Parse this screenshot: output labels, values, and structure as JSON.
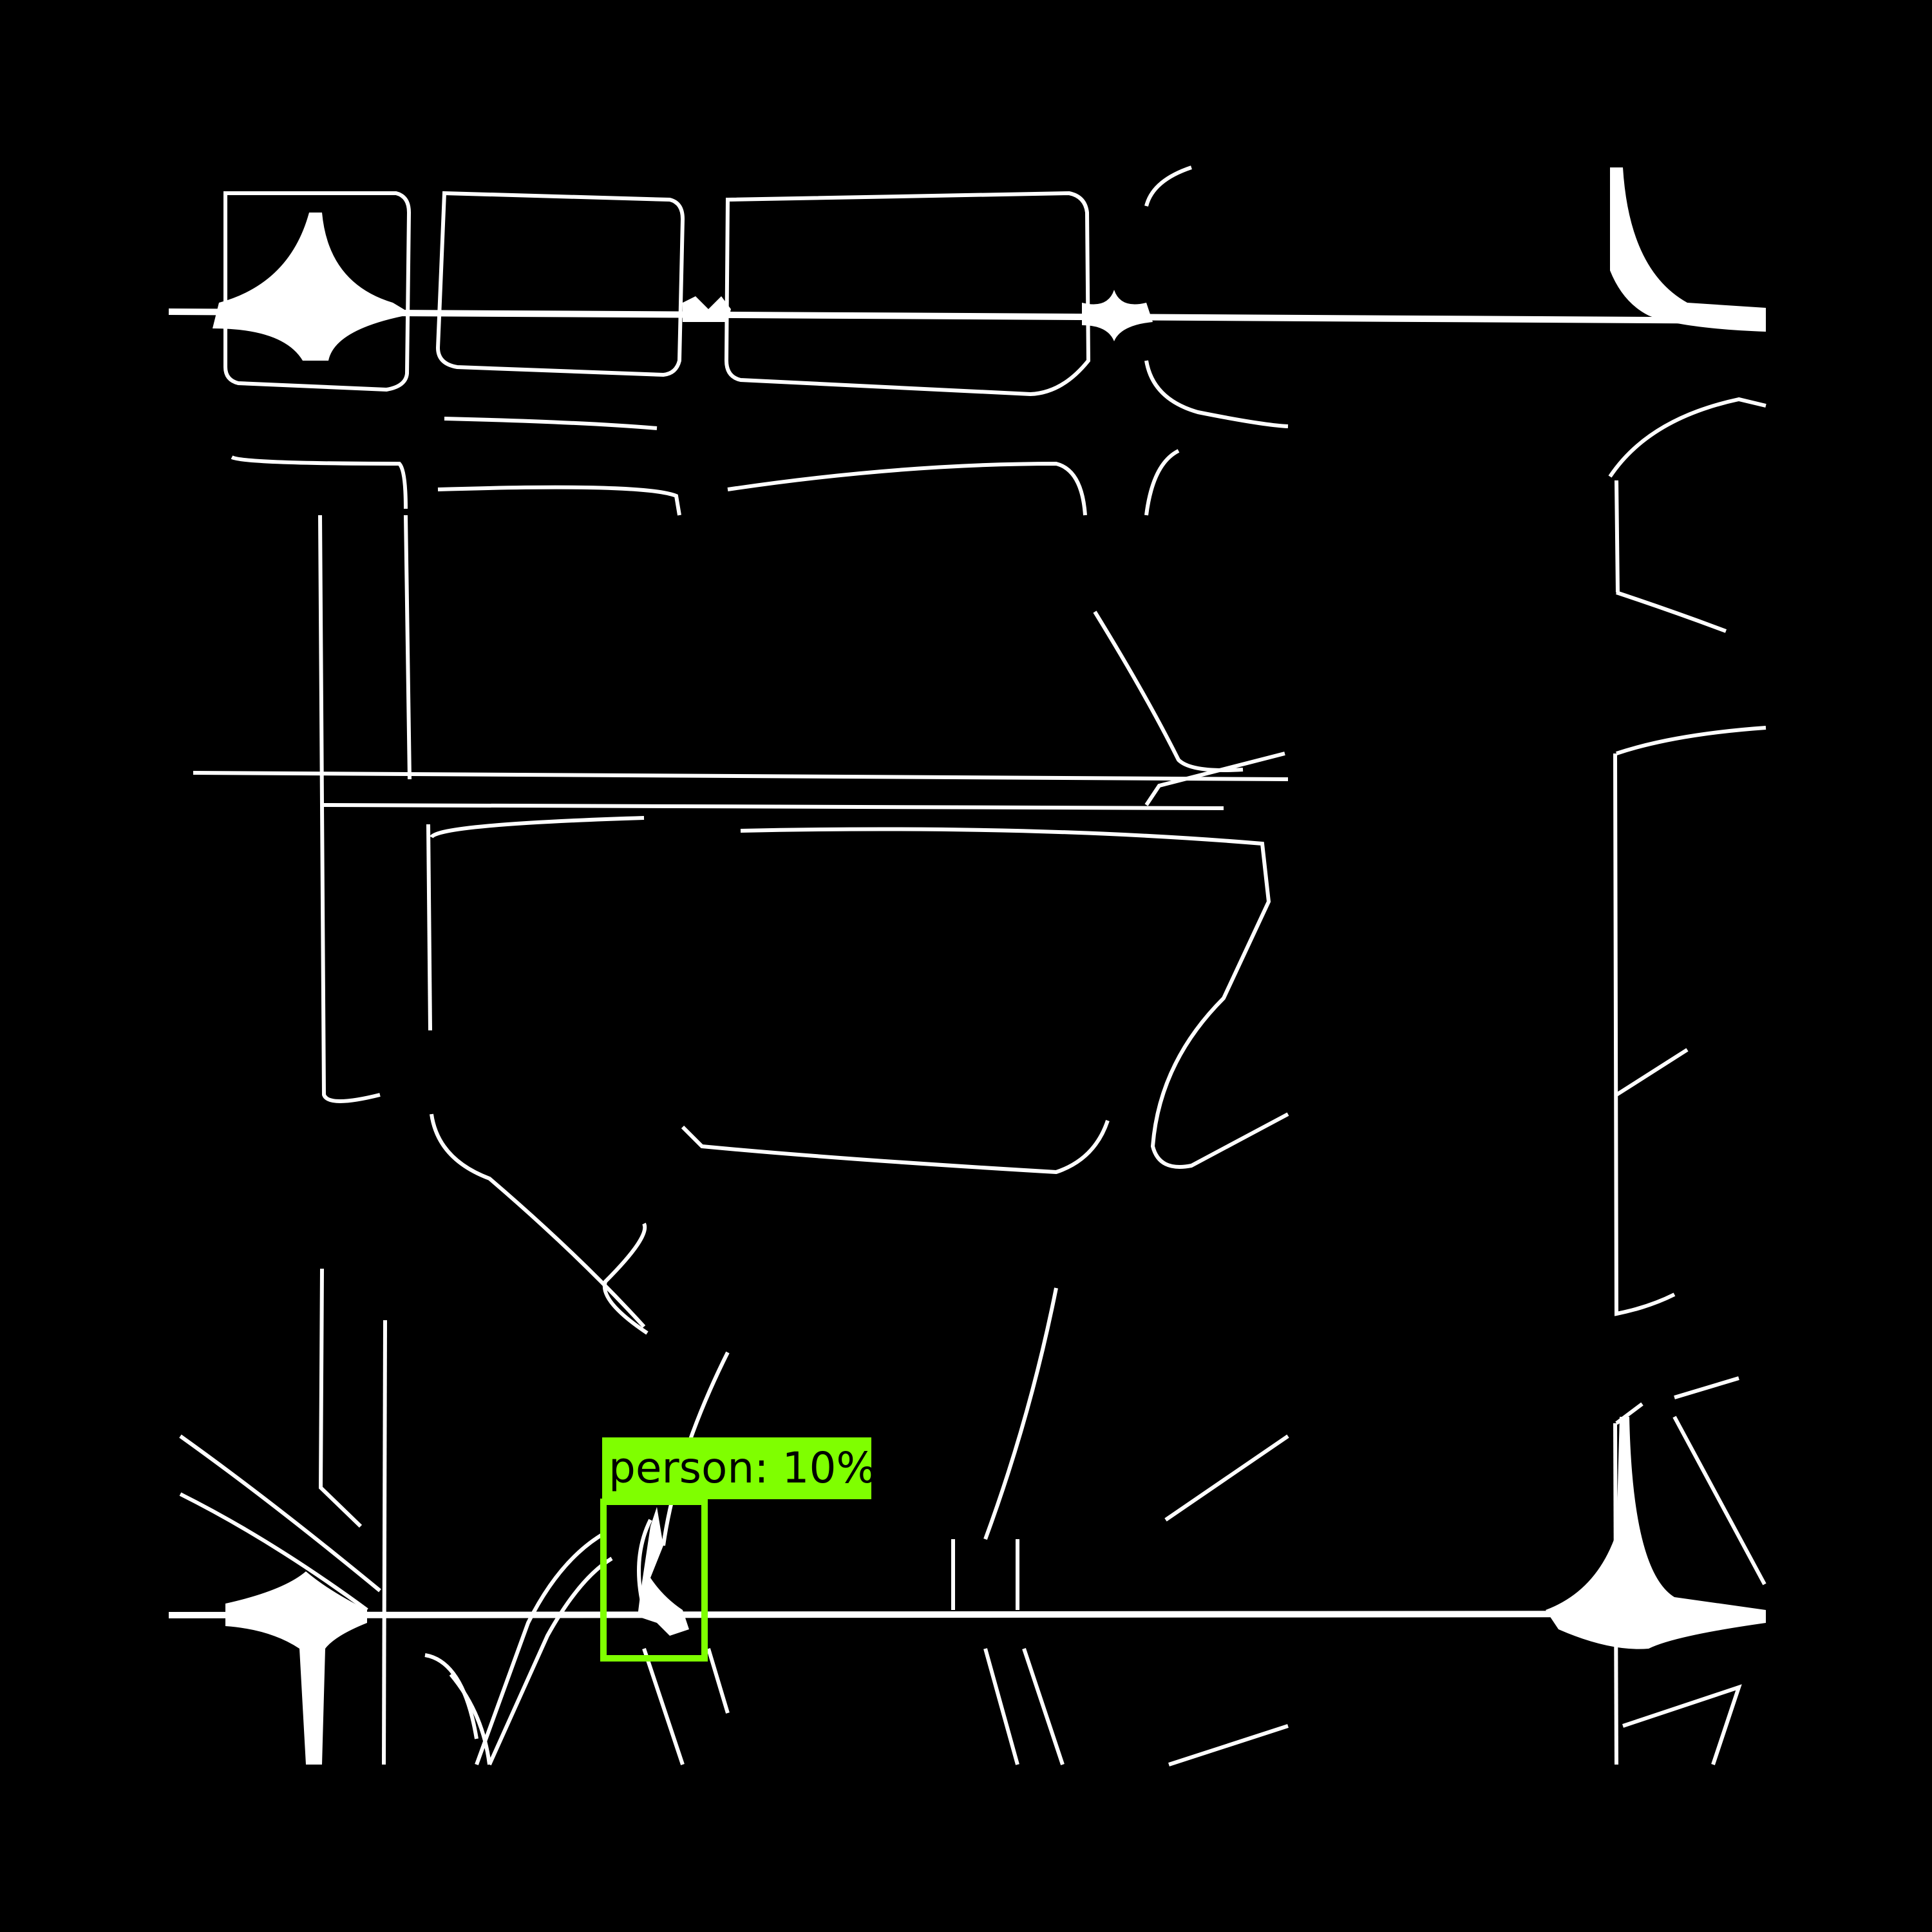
{
  "detections": [
    {
      "label": "person: 10%",
      "class": "person",
      "confidence_percent": 10,
      "color": "#7fff00"
    }
  ],
  "colors": {
    "background": "#000000",
    "pattern": "#ffffff"
  }
}
